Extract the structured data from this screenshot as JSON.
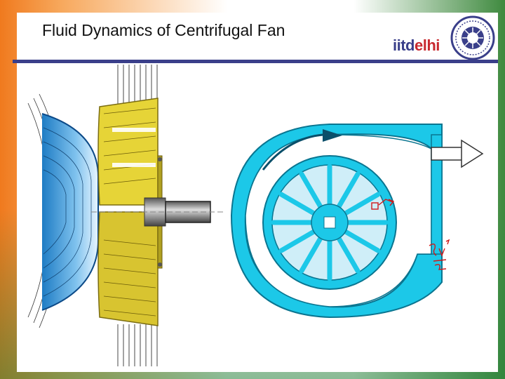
{
  "slide": {
    "title": "Fluid Dynamics of Centrifugal Fan",
    "brand_part1": "iitd",
    "brand_part2": "elhi"
  },
  "colors": {
    "header_rule": "#3a3f8a",
    "brand_blue": "#3a3f8a",
    "brand_red": "#c8282e",
    "housing_cyan": "#1cc8e8",
    "impeller_yellow": "#e8d23a",
    "inlet_blue": "#2a8fd0",
    "annotation_red": "#d01818"
  },
  "icons": [
    "institute-seal-icon",
    "flow-arrow-icon",
    "rotation-arrow-icon"
  ]
}
